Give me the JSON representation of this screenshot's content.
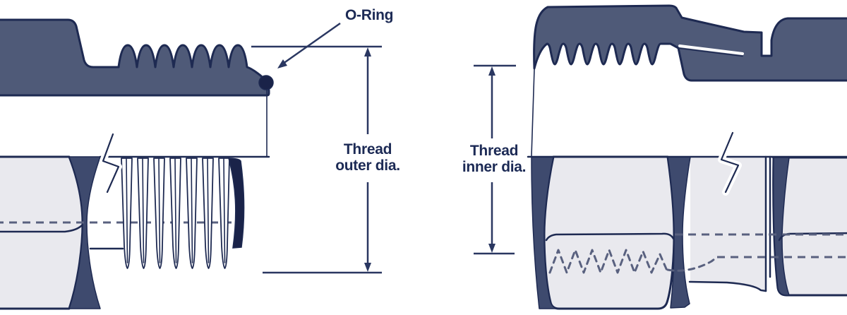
{
  "diagram": {
    "title_labels": {
      "o_ring": "O-Ring",
      "thread_outer_line1": "Thread",
      "thread_outer_line2": "outer dia.",
      "thread_inner_line1": "Thread",
      "thread_inner_line2": "inner dia."
    },
    "colors": {
      "background": "#ffffff",
      "body": "#4F5A78",
      "outline": "#1E2A52",
      "light": "#E9E9EE",
      "band": "#3E4A6E",
      "darkest": "#1A2349",
      "centerline": "#59617F",
      "dimension": "#2A3761",
      "text": "#1C2A55"
    }
  }
}
